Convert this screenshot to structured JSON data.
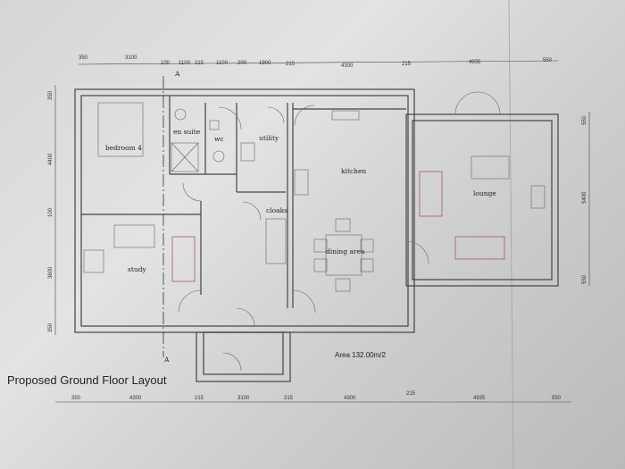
{
  "title": "Proposed Ground Floor Layout",
  "area_label": "Area 132.00m/2",
  "section_marker": "A",
  "rooms": {
    "bedroom": "bedroom 4",
    "en_suite": "en suite",
    "wc": "wc",
    "utility": "utility",
    "kitchen": "kitchen",
    "cloaks": "cloaks",
    "dining": "dining area",
    "lounge": "lounge",
    "study": "study"
  },
  "dims_top": [
    "350",
    "3100",
    "100",
    "1100",
    "215",
    "1100",
    "200",
    "1900",
    "215",
    "4300",
    "215",
    "4935",
    "550"
  ],
  "dims_bottom": [
    "350",
    "4300",
    "215",
    "3100",
    "215",
    "4300",
    "215",
    "4935",
    "550"
  ],
  "dims_left": [
    "350",
    "4400",
    "100",
    "3600",
    "350"
  ],
  "dims_right": [
    "550",
    "5400",
    "550"
  ]
}
